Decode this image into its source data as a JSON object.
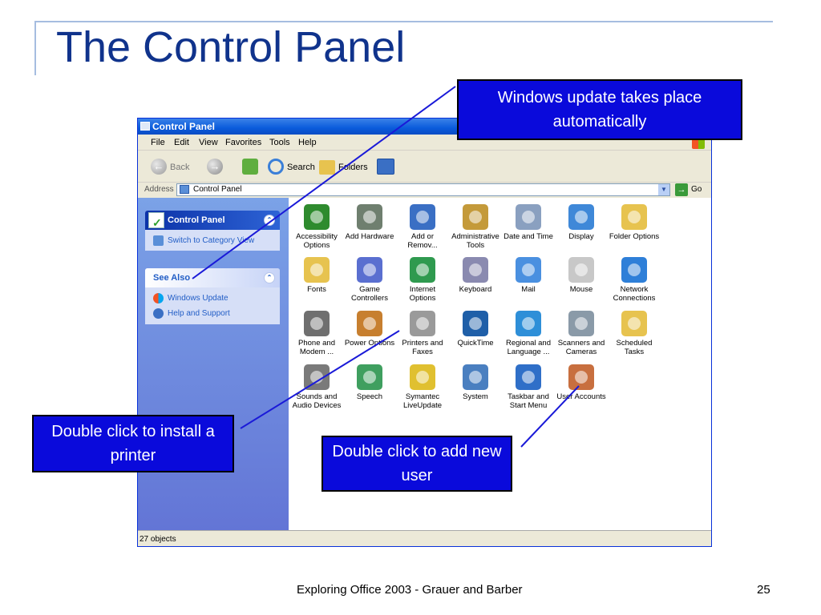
{
  "slide": {
    "title": "The Control Panel",
    "footer": "Exploring Office 2003 - Grauer and Barber",
    "page_number": "25"
  },
  "window": {
    "title": "Control Panel",
    "menu": [
      "File",
      "Edit",
      "View",
      "Favorites",
      "Tools",
      "Help"
    ],
    "toolbar": {
      "back": "Back",
      "search": "Search",
      "folders": "Folders"
    },
    "address": {
      "label": "Address",
      "value": "Control Panel",
      "go": "Go"
    },
    "status": "27 objects"
  },
  "sidebar": {
    "panel1": {
      "title": "Control Panel",
      "item": "Switch to Category View"
    },
    "panel2": {
      "title": "See Also",
      "items": [
        "Windows Update",
        "Help and Support"
      ]
    }
  },
  "icons": [
    {
      "label": "Accessibility Options",
      "color": "#2e8b2e"
    },
    {
      "label": "Add Hardware",
      "color": "#6f7f6f"
    },
    {
      "label": "Add or Remov...",
      "color": "#3a6fc4"
    },
    {
      "label": "Administrative Tools",
      "color": "#c49a3a"
    },
    {
      "label": "Date and Time",
      "color": "#8aa0c0"
    },
    {
      "label": "Display",
      "color": "#3f88d8"
    },
    {
      "label": "Folder Options",
      "color": "#e7c34f"
    },
    {
      "label": "Fonts",
      "color": "#e7c34f"
    },
    {
      "label": "Game Controllers",
      "color": "#5a6fd0"
    },
    {
      "label": "Internet Options",
      "color": "#2f9a4f"
    },
    {
      "label": "Keyboard",
      "color": "#8a8ab0"
    },
    {
      "label": "Mail",
      "color": "#4a90e0"
    },
    {
      "label": "Mouse",
      "color": "#c8c8c8"
    },
    {
      "label": "Network Connections",
      "color": "#2e7fd8"
    },
    {
      "label": "Phone and Modem ...",
      "color": "#6f6f6f"
    },
    {
      "label": "Power Options",
      "color": "#c77f2f"
    },
    {
      "label": "Printers and Faxes",
      "color": "#9a9a9a"
    },
    {
      "label": "QuickTime",
      "color": "#1f5fa8"
    },
    {
      "label": "Regional and Language ...",
      "color": "#2e8fd8"
    },
    {
      "label": "Scanners and Cameras",
      "color": "#8a9aa8"
    },
    {
      "label": "Scheduled Tasks",
      "color": "#e7c34f"
    },
    {
      "label": "Sounds and Audio Devices",
      "color": "#7a7a7a"
    },
    {
      "label": "Speech",
      "color": "#3f9f5f"
    },
    {
      "label": "Symantec LiveUpdate",
      "color": "#e0c030"
    },
    {
      "label": "System",
      "color": "#4a7fc0"
    },
    {
      "label": "Taskbar and Start Menu",
      "color": "#2f6fc8"
    },
    {
      "label": "User Accounts",
      "color": "#c86f3f"
    }
  ],
  "callouts": {
    "update": "Windows update takes place automatically",
    "printer": "Double click to install a printer",
    "user": "Double click to add new user"
  },
  "colors": {
    "title_blue": "#10338c",
    "callout_blue": "#0a0adb",
    "xp_blue": "#0a5bdb"
  }
}
